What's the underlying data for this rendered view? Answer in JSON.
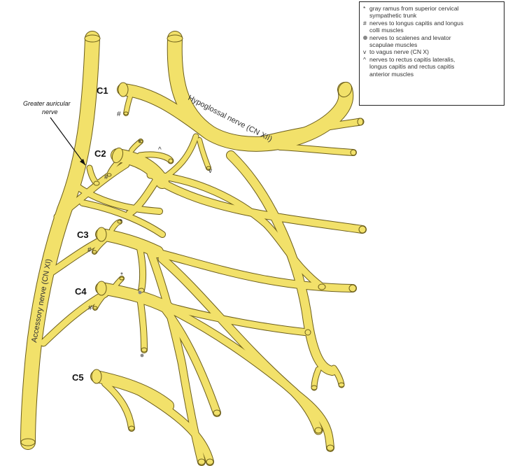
{
  "root_labels": {
    "c1": "C1",
    "c2": "C2",
    "c3": "C3",
    "c4": "C4",
    "c5": "C5"
  },
  "nerve_labels": {
    "hypoglossal": "Hypoglossal nerve (CN XII)",
    "accessory": "Accessory nerve (CN XI)",
    "greater_auricular_line1": "Greater auricular",
    "greater_auricular_line2": "nerve"
  },
  "symbols": {
    "gray_ramus": "*",
    "longus": "#",
    "vagus": "v",
    "rectus": "^"
  },
  "legend": {
    "items": [
      {
        "symbol": "*",
        "line1": "gray ramus from superior cervical",
        "line2": "sympathetic trunk"
      },
      {
        "symbol": "#",
        "line1": "nerves to longus capitis and longus",
        "line2": "colli muscles"
      },
      {
        "symbol": "dot",
        "line1": "nerves to scalenes and levator",
        "line2": "scapulae muscles"
      },
      {
        "symbol": "v",
        "line1": "to vagus nerve (CN X)",
        "line2": ""
      },
      {
        "symbol": "^",
        "line1": "nerves to rectus capitis lateralis,",
        "line2": "longus capitis and rectus capitis",
        "line3": "anterior muscles"
      }
    ]
  },
  "colors": {
    "nerve_fill": "#F2E16A",
    "nerve_outline": "#6b5d1a"
  }
}
